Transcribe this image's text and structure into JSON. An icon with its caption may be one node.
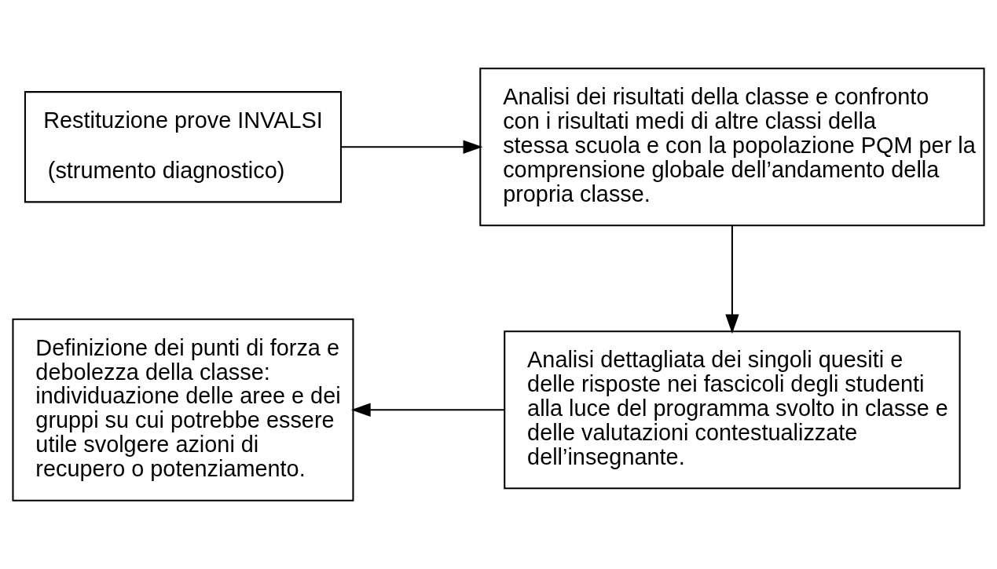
{
  "diagram": {
    "nodes": [
      {
        "text": [
          "Restituzione prove INVALSI",
          "(strumento diagnostico)"
        ]
      },
      {
        "text": [
          "Analisi dei risultati della classe e confronto con i risultati medi di altre classi della stessa scuola e con la popolazione PQM per la comprensione globale dell’andamento della propria classe."
        ]
      },
      {
        "text": [
          "Analisi dettagliata dei singoli quesiti e delle risposte nei fascicoli degli studenti alla luce del programma svolto in classe e delle valutazioni contestualizzate dell’insegnante."
        ]
      },
      {
        "text": [
          "Definizione dei punti di forza e debolezza della classe: individuazione delle aree e dei gruppi su cui potrebbe essere utile svolgere azioni di recupero o potenziamento."
        ]
      }
    ],
    "edges": [
      {
        "from": 0,
        "to": 1,
        "arrow": "to"
      },
      {
        "from": 1,
        "to": 2,
        "arrow": "to"
      },
      {
        "from": 2,
        "to": 3,
        "arrow": "to"
      }
    ]
  }
}
